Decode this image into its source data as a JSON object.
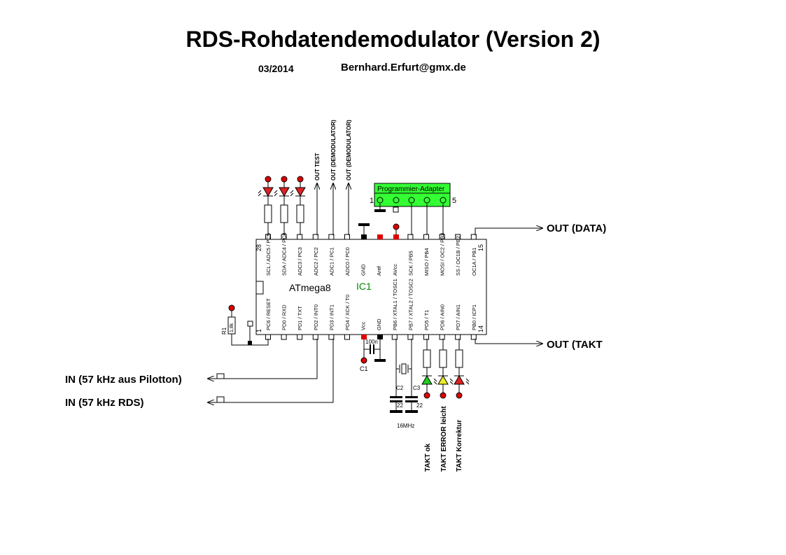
{
  "title": "RDS-Rohdatendemodulator (Version 2)",
  "date": "03/2014",
  "author": "Bernhard.Erfurt@gmx.de",
  "chip": {
    "name": "ATmega8",
    "ref": "IC1",
    "pin_first_top": "28",
    "pin_last_top": "15",
    "pin_first_bottom": "1",
    "pin_last_bottom": "14"
  },
  "top_pins": [
    "SCL / ADC5 / PC5",
    "SDA / ADC4 / PC4",
    "ADC3 / PC3",
    "ADC2 / PC2",
    "ADC1 / PC1",
    "ADC0 / PC0",
    "GND",
    "Aref",
    "AVcc",
    "SCK / PB5",
    "MISO / PB4",
    "MOSI / OC2 / PB3",
    "SS / OC1B / PB2",
    "OC1A / PB1"
  ],
  "bottom_pins": [
    "PC6 / RESET",
    "PD0 / RXD",
    "PD1 / TXT",
    "PD2 / INT0",
    "PD3 / INT1",
    "PD4 / XCK / T0",
    "Vcc",
    "GND",
    "PB6 / XTAL1 / TOSC1",
    "PB7 / XTAL2 / TOSC2",
    "PD5 / T1",
    "PD6 / AIN0",
    "PD7 / AIN1",
    "PB0 / ICP1"
  ],
  "top_signals": [
    "OUT TEST",
    "OUT (DEMODULATOR)",
    "OUT (DEMODULATOR)"
  ],
  "programmer": {
    "label": "Programmier-Adapter",
    "pin_first": "1",
    "pin_last": "5"
  },
  "outputs": {
    "data": "OUT (DATA)",
    "clock": "OUT (TAKT"
  },
  "inputs": {
    "pilot": "IN (57 kHz aus Pilotton)",
    "rds": "IN (57 kHz RDS)"
  },
  "components": {
    "r1": "R1",
    "r1_value": "1,8k",
    "cap_100n": "100n",
    "c1": "C1",
    "c2": "C2",
    "c3": "C3",
    "c2_value": "22",
    "c3_value": "22",
    "crystal": "16MHz"
  },
  "led_labels": [
    "TAKT ok",
    "TAKT ERROR leicht",
    "TAKT Korrektur"
  ],
  "colors": {
    "led_red": "#dd2222",
    "led_green": "#22cc22",
    "led_yellow": "#eeee22",
    "programmer_bg": "#33ff33",
    "ref_text": "#008800",
    "power_dot": "#dd0000"
  }
}
